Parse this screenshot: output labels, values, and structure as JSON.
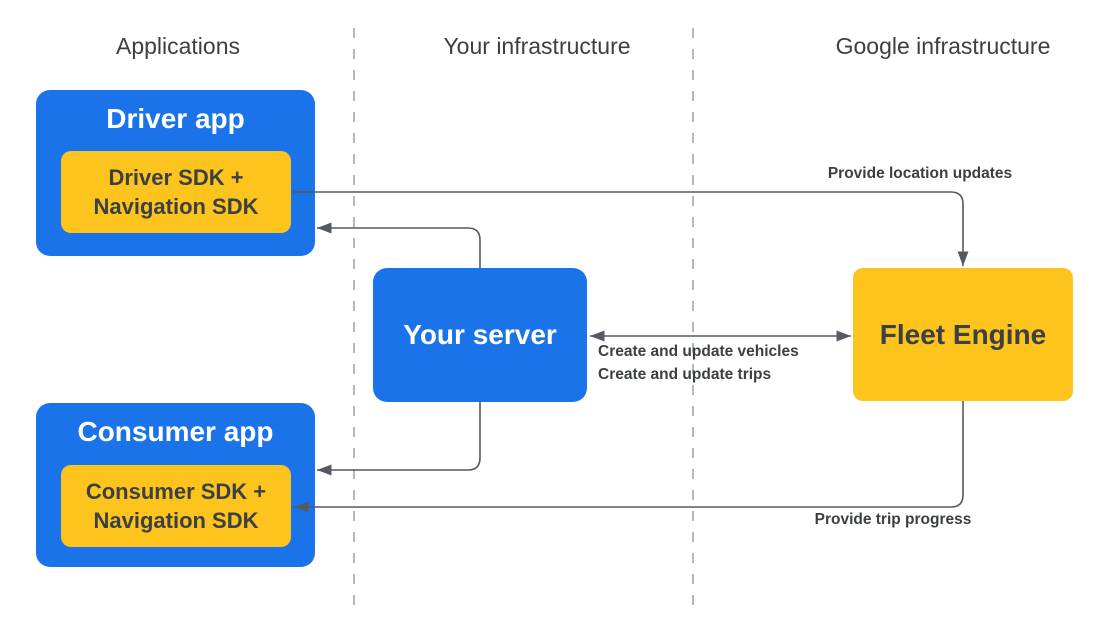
{
  "column_headers": {
    "applications": "Applications",
    "your_infrastructure": "Your infrastructure",
    "google_infrastructure": "Google infrastructure"
  },
  "nodes": {
    "driver_app": {
      "title": "Driver app",
      "sdk_line1": "Driver SDK +",
      "sdk_line2": "Navigation SDK"
    },
    "consumer_app": {
      "title": "Consumer app",
      "sdk_line1": "Consumer SDK +",
      "sdk_line2": "Navigation SDK"
    },
    "your_server": {
      "title": "Your server"
    },
    "fleet_engine": {
      "title": "Fleet Engine"
    }
  },
  "edges": [
    {
      "id": "driver-sdk-to-fleet-engine",
      "from": "driver_sdk",
      "to": "fleet_engine",
      "label": "Provide location updates"
    },
    {
      "id": "your-server-to-driver-app",
      "from": "your_server",
      "to": "driver_app"
    },
    {
      "id": "your-server-fleet-engine-bidirectional",
      "from": "your_server",
      "to": "fleet_engine",
      "bidirectional": true,
      "label_line1": "Create and update vehicles",
      "label_line2": "Create and update trips"
    },
    {
      "id": "your-server-to-consumer-app",
      "from": "your_server",
      "to": "consumer_app"
    },
    {
      "id": "fleet-engine-to-consumer-sdk",
      "from": "fleet_engine",
      "to": "consumer_sdk",
      "label": "Provide trip progress"
    }
  ],
  "colors": {
    "node_blue": "#1a73e8",
    "node_yellow": "#fcc41d",
    "text_on_blue": "#ffffff",
    "text_dark": "#3c4043",
    "edge_line": "#545a61",
    "divider_gray": "#9aa0a6",
    "background": "#ffffff"
  }
}
